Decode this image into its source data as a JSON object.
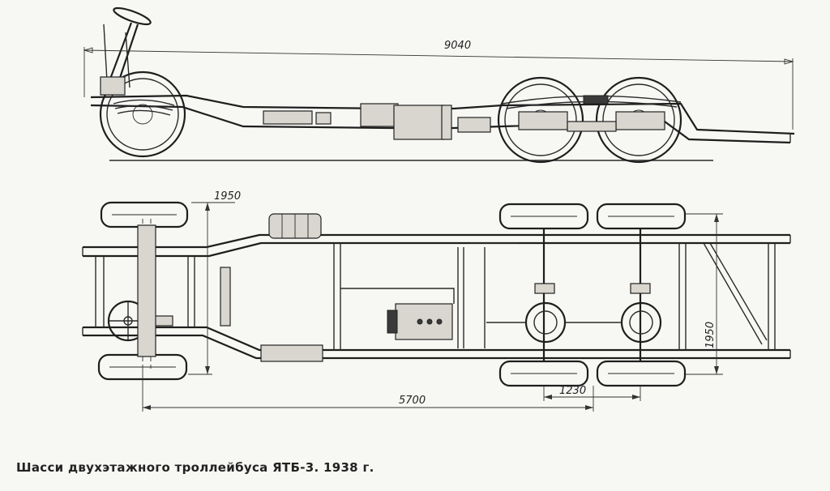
{
  "dimensions": {
    "overall_length": "9040",
    "front_track": "1950",
    "rear_track": "1950",
    "wheelbase": "5700",
    "bogie_spacing": "1230"
  },
  "caption": "Шасси двухэтажного троллейбуса ЯТБ-3. 1938 г."
}
